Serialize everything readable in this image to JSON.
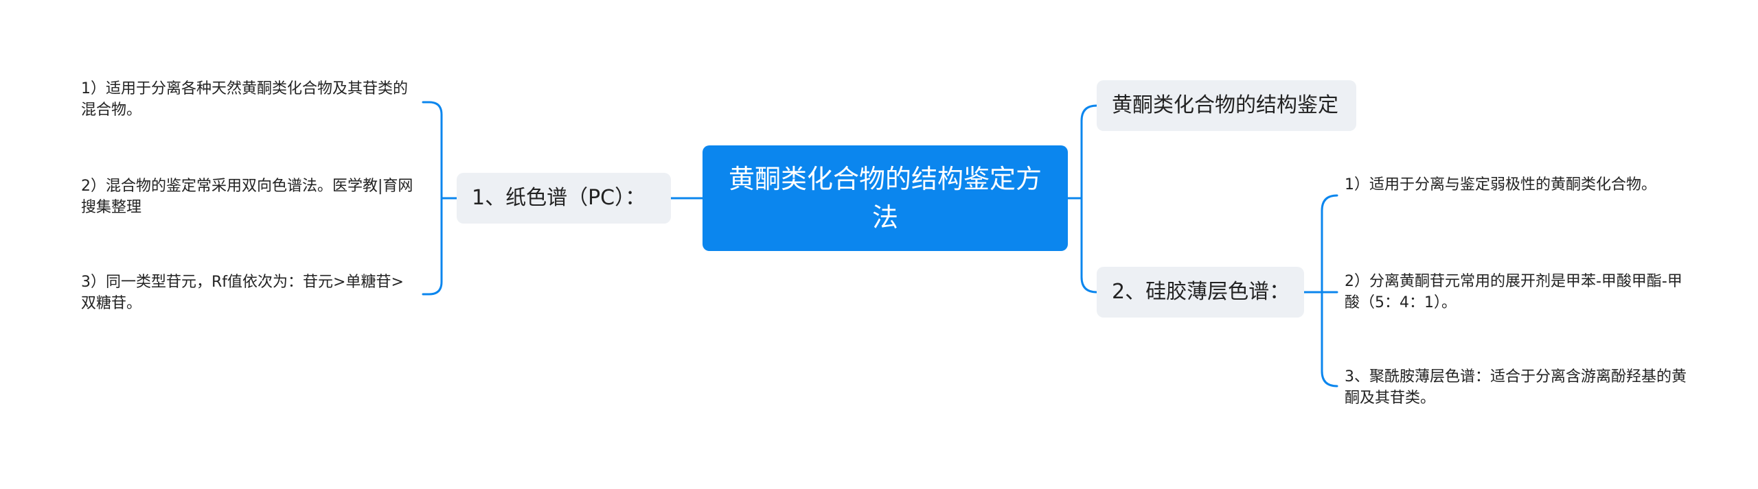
{
  "root": {
    "label": "黄酮类化合物的结构鉴定方法"
  },
  "left": {
    "branch": {
      "label": "1、纸色谱（PC）："
    },
    "leaves": [
      {
        "text": "1）适用于分离各种天然黄酮类化合物及其苷类的混合物。"
      },
      {
        "text": "2）混合物的鉴定常采用双向色谱法。医学教|育网搜集整理"
      },
      {
        "text": "3）同一类型苷元，Rf值依次为：苷元>单糖苷>双糖苷。"
      }
    ]
  },
  "right": {
    "branch_top": {
      "label": "黄酮类化合物的结构鉴定"
    },
    "branch": {
      "label": "2、硅胶薄层色谱："
    },
    "leaves": [
      {
        "text": "1）适用于分离与鉴定弱极性的黄酮类化合物。"
      },
      {
        "text": "2）分离黄酮苷元常用的展开剂是甲苯-甲酸甲酯-甲酸（5：4：1）。"
      },
      {
        "text": "3、聚酰胺薄层色谱：适合于分离含游离酚羟基的黄酮及其苷类。"
      }
    ]
  },
  "colors": {
    "accent": "#0b86ee",
    "branch_bg": "#edf0f4",
    "text": "#222222"
  }
}
